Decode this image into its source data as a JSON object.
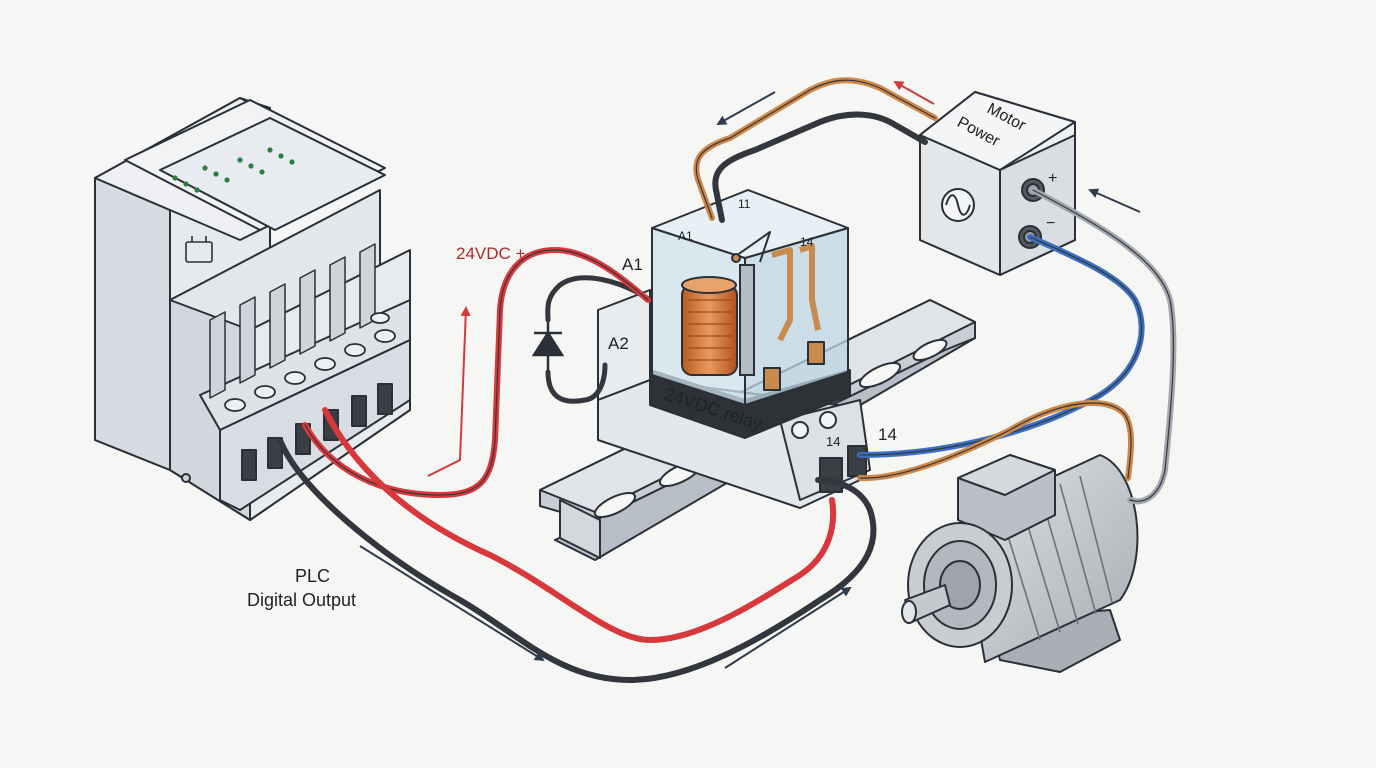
{
  "labels": {
    "supply": "24VDC +",
    "coil_a1": "A1",
    "coil_a2": "A2",
    "relay_name": "24VDC relay",
    "top_pin_a1": "A1",
    "top_pin_11": "11",
    "top_pin_14": "14",
    "base_pin_14": "14",
    "side_pin_14": "14",
    "psu_line1": "Motor",
    "psu_line2": "Power",
    "psu_plus": "+",
    "psu_minus": "−",
    "plc_line1": "PLC",
    "plc_line2": "Digital Output"
  },
  "colors": {
    "background": "#f6f6f4",
    "outline": "#2b3038",
    "plc_body": "#e6e9ee",
    "plc_terminal": "#dfe3e8",
    "din_rail": "#c9ced4",
    "relay_glass": "#cfe3ee",
    "relay_base": "#2e3236",
    "coil_copper": "#d2763a",
    "contact_brass": "#c98a4e",
    "wire_red": "#d8383c",
    "wire_black": "#33373d",
    "wire_orange": "#d08848",
    "wire_blue": "#3b6fc0",
    "wire_gray": "#a3a8ae",
    "arrow_red": "#d13a3a",
    "arrow_dark": "#2e3c4e",
    "label_red": "#b02a2a",
    "label_dark": "#222222",
    "motor_body": "#c3c8cd",
    "psu_body": "#eef0f2"
  },
  "icons": {
    "diode": "diode-symbol",
    "ac_source": "sine-wave-icon",
    "status_leds": "led-indicator-icon",
    "module_badge": "plc-module-icon"
  }
}
